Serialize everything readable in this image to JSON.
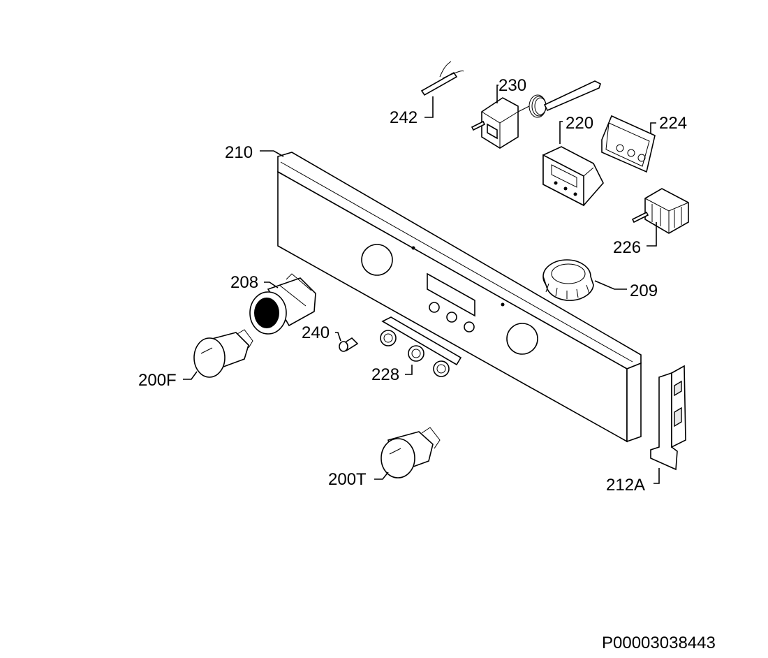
{
  "drawing": {
    "reference": "P00003038443",
    "labels": {
      "l242": "242",
      "l230": "230",
      "l220": "220",
      "l224": "224",
      "l210": "210",
      "l226": "226",
      "l209": "209",
      "l208": "208",
      "l240": "240",
      "l228": "228",
      "l200F": "200F",
      "l200T": "200T",
      "l212A": "212A"
    }
  }
}
